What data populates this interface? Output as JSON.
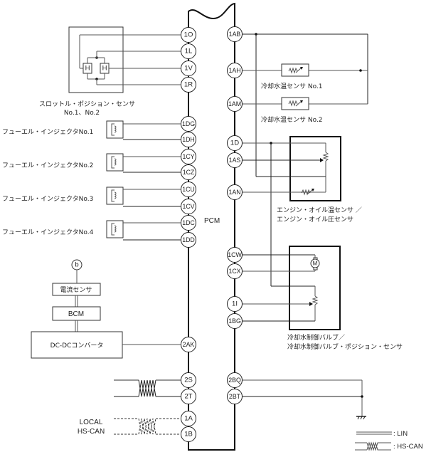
{
  "pcm": {
    "label": "PCM"
  },
  "pins_left": [
    {
      "id": "1O"
    },
    {
      "id": "1L"
    },
    {
      "id": "1V"
    },
    {
      "id": "1R"
    },
    {
      "id": "1DG"
    },
    {
      "id": "1DH"
    },
    {
      "id": "1CY"
    },
    {
      "id": "1CZ"
    },
    {
      "id": "1CU"
    },
    {
      "id": "1CV"
    },
    {
      "id": "1DC"
    },
    {
      "id": "1DD"
    },
    {
      "id": "2AK"
    },
    {
      "id": "2S"
    },
    {
      "id": "2T"
    },
    {
      "id": "1A"
    },
    {
      "id": "1B"
    }
  ],
  "pins_right": [
    {
      "id": "1AB"
    },
    {
      "id": "1AH"
    },
    {
      "id": "1AM"
    },
    {
      "id": "1D"
    },
    {
      "id": "1AS"
    },
    {
      "id": "1AN"
    },
    {
      "id": "1CW"
    },
    {
      "id": "1CX"
    },
    {
      "id": "1I"
    },
    {
      "id": "1BG"
    },
    {
      "id": "2BQ"
    },
    {
      "id": "2BT"
    }
  ],
  "components": {
    "throttle_sensor": {
      "label_line1": "スロットル・ポジション・センサ",
      "label_line2": "No.1、No.2",
      "element_label": "H"
    },
    "injectors": [
      {
        "label": "フューエル・インジェクタNo.1"
      },
      {
        "label": "フューエル・インジェクタNo.2"
      },
      {
        "label": "フューエル・インジェクタNo.3"
      },
      {
        "label": "フューエル・インジェクタNo.4"
      }
    ],
    "coolant_temp_sensor_1": {
      "label": "冷却水温センサ No.1"
    },
    "coolant_temp_sensor_2": {
      "label": "冷却水温センサ No.2"
    },
    "oil_sensor": {
      "label_line1": "エンジン・オイル温センサ ／",
      "label_line2": "エンジン・オイル圧センサ"
    },
    "coolant_valve": {
      "label_line1": "冷却水制御バルブ／",
      "label_line2": "冷却水制御バルブ・ポジション・センサ",
      "motor_label": "M"
    },
    "connector_b": {
      "label": "b"
    },
    "current_sensor": {
      "label": "電流センサ"
    },
    "bcm": {
      "label": "BCM"
    },
    "dcdc": {
      "label": "DC-DCコンバータ"
    },
    "local_can": {
      "label_line1": "LOCAL",
      "label_line2": "HS-CAN"
    }
  },
  "legend": {
    "lin": ": LIN",
    "hs_can": ": HS-CAN"
  },
  "colors": {
    "wire": "#555555",
    "pcm_outline": "#111111"
  }
}
